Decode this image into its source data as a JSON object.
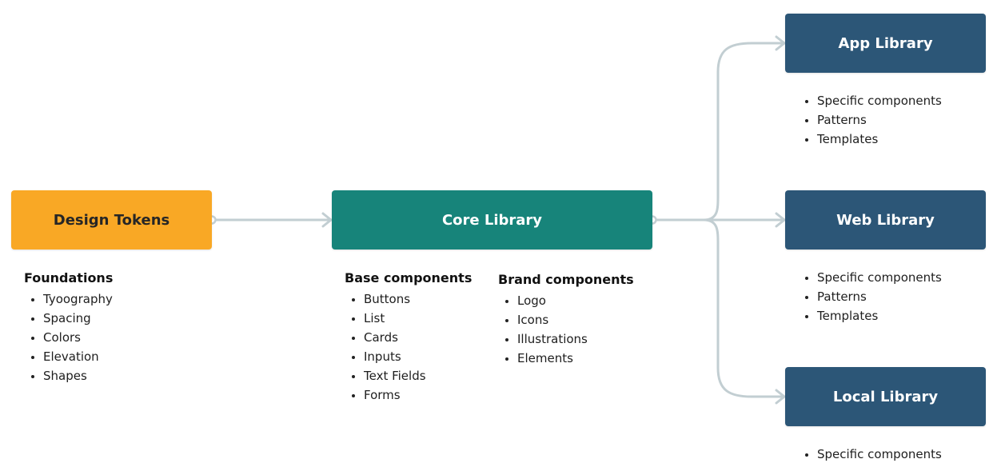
{
  "nodes": {
    "design_tokens": "Design Tokens",
    "core_library": "Core Library",
    "app_library": "App Library",
    "web_library": "Web Library",
    "local_library": "Local Library"
  },
  "foundations": {
    "title": "Foundations",
    "items": [
      "Tyoography",
      "Spacing",
      "Colors",
      "Elevation",
      "Shapes"
    ]
  },
  "base_components": {
    "title": "Base components",
    "items": [
      "Buttons",
      "List",
      "Cards",
      "Inputs",
      "Text Fields",
      "Forms"
    ]
  },
  "brand_components": {
    "title": "Brand components",
    "items": [
      "Logo",
      "Icons",
      "Illustrations",
      "Elements"
    ]
  },
  "app_items": [
    "Specific components",
    "Patterns",
    "Templates"
  ],
  "web_items": [
    "Specific components",
    "Patterns",
    "Templates"
  ],
  "local_items": [
    "Specific components"
  ],
  "colors": {
    "tokens": "#f9a825",
    "core": "#17847a",
    "library": "#2c5677",
    "connector": "#c2ced2"
  }
}
